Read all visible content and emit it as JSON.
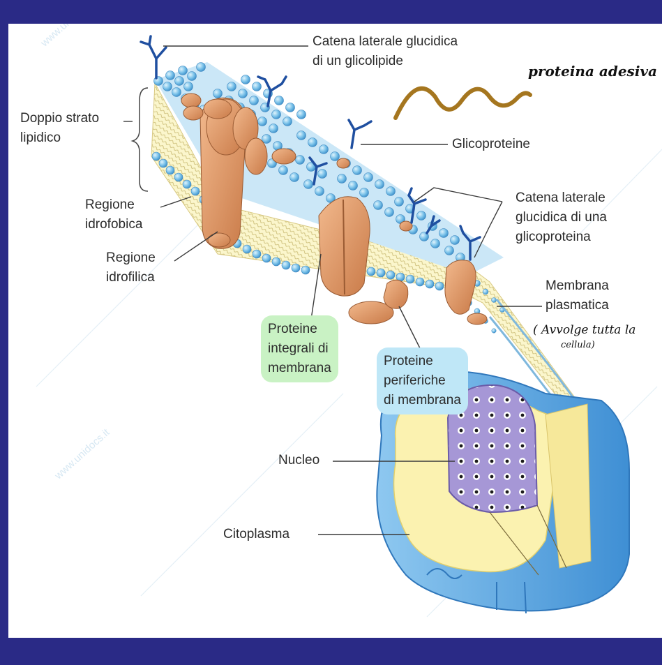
{
  "labels": {
    "catena_glicolipide_1": "Catena laterale glucidica",
    "catena_glicolipide_2": "di un glicolipide",
    "doppio_strato_1": "Doppio strato",
    "doppio_strato_2": "lipidico",
    "glicoproteine": "Glicoproteine",
    "catena_glicoproteina_1": "Catena laterale",
    "catena_glicoproteina_2": "glucidica di una",
    "catena_glicoproteina_3": "glicoproteina",
    "regione_idrofobica_1": "Regione",
    "regione_idrofobica_2": "idrofobica",
    "regione_idrofilica_1": "Regione",
    "regione_idrofilica_2": "idrofilica",
    "membrana_1": "Membrana",
    "membrana_2": "plasmatica",
    "integrali_1": "Proteine",
    "integrali_2": "integrali di",
    "integrali_3": "membrana",
    "periferiche_1": "Proteine",
    "periferiche_2": "periferiche",
    "periferiche_3": "di membrana",
    "nucleo": "Nucleo",
    "citoplasma": "Citoplasma"
  },
  "handwritten": {
    "proteina_adesiva": "proteina adesiva",
    "avvolge_1": "( Avvolge tutta la",
    "avvolge_2": "cellula)"
  },
  "watermark": "www.unidocs.it",
  "colors": {
    "frame_border": "#2a2a86",
    "lipid_head": "#7cc3ea",
    "bilayer_fill": "#fbf6cc",
    "protein": "#e19a6a",
    "sugar_chain": "#1f4fa0",
    "cell_membrane": "#5aa9e6",
    "nucleus": "#9e8fd0",
    "handwriting_wave": "#a5761f"
  }
}
